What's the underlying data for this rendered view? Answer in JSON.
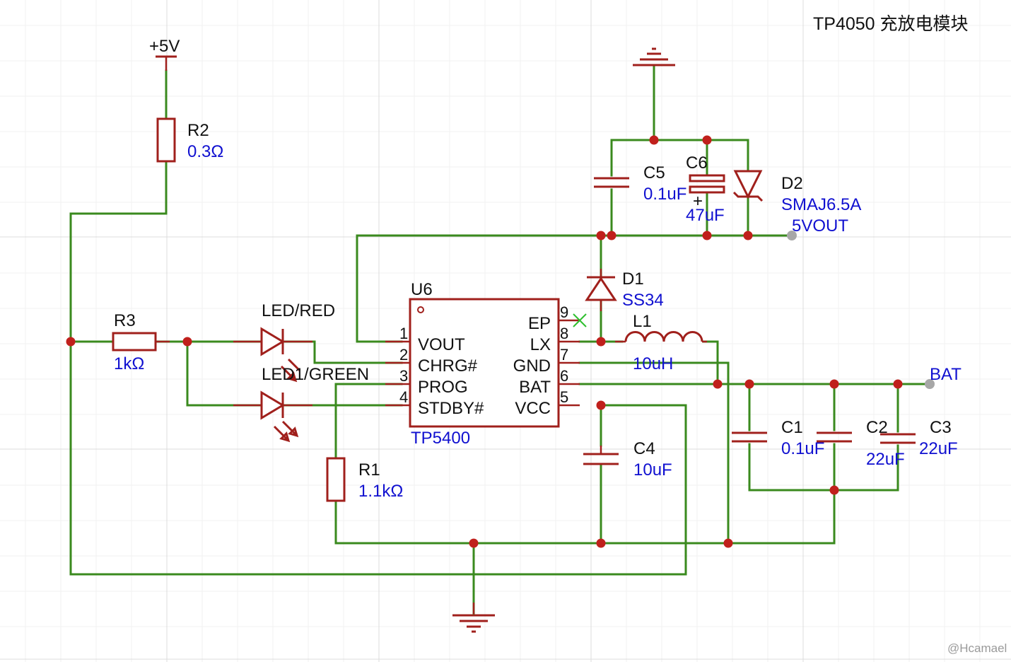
{
  "title": "TP4050 充放电模块",
  "watermark": "@Hcamael",
  "power": {
    "vplus": "+5V"
  },
  "nets": {
    "bat": "BAT",
    "vout": "5VOUT"
  },
  "ic": {
    "ref": "U6",
    "value": "TP5400",
    "pins": [
      {
        "num": "1",
        "name": "VOUT"
      },
      {
        "num": "2",
        "name": "CHRG#"
      },
      {
        "num": "3",
        "name": "PROG"
      },
      {
        "num": "4",
        "name": "STDBY#"
      },
      {
        "num": "5",
        "name": "VCC"
      },
      {
        "num": "6",
        "name": "BAT"
      },
      {
        "num": "7",
        "name": "GND"
      },
      {
        "num": "8",
        "name": "LX"
      },
      {
        "num": "9",
        "name": "EP"
      }
    ]
  },
  "components": {
    "r1": {
      "ref": "R1",
      "value": "1.1kΩ"
    },
    "r2": {
      "ref": "R2",
      "value": "0.3Ω"
    },
    "r3": {
      "ref": "R3",
      "value": "1kΩ"
    },
    "c1": {
      "ref": "C1",
      "value": "0.1uF"
    },
    "c2": {
      "ref": "C2",
      "value": "22uF"
    },
    "c3": {
      "ref": "C3",
      "value": "22uF"
    },
    "c4": {
      "ref": "C4",
      "value": "10uF"
    },
    "c5": {
      "ref": "C5",
      "value": "0.1uF"
    },
    "c6": {
      "ref": "C6",
      "value": "47uF",
      "polarity": "+"
    },
    "d1": {
      "ref": "D1",
      "value": "SS34"
    },
    "d2": {
      "ref": "D2",
      "value": "SMAJ6.5A"
    },
    "l1": {
      "ref": "L1",
      "value": "10uH"
    },
    "led_red": {
      "label": "LED/RED"
    },
    "led_green": {
      "label": "LED1/GREEN"
    }
  },
  "colors": {
    "wire": "#3a8a1e",
    "symbol": "#a0201c",
    "junction": "#c0201c",
    "ref_text": "#111111",
    "value_text": "#1010d0",
    "no_connect": "#2fbf2f"
  }
}
